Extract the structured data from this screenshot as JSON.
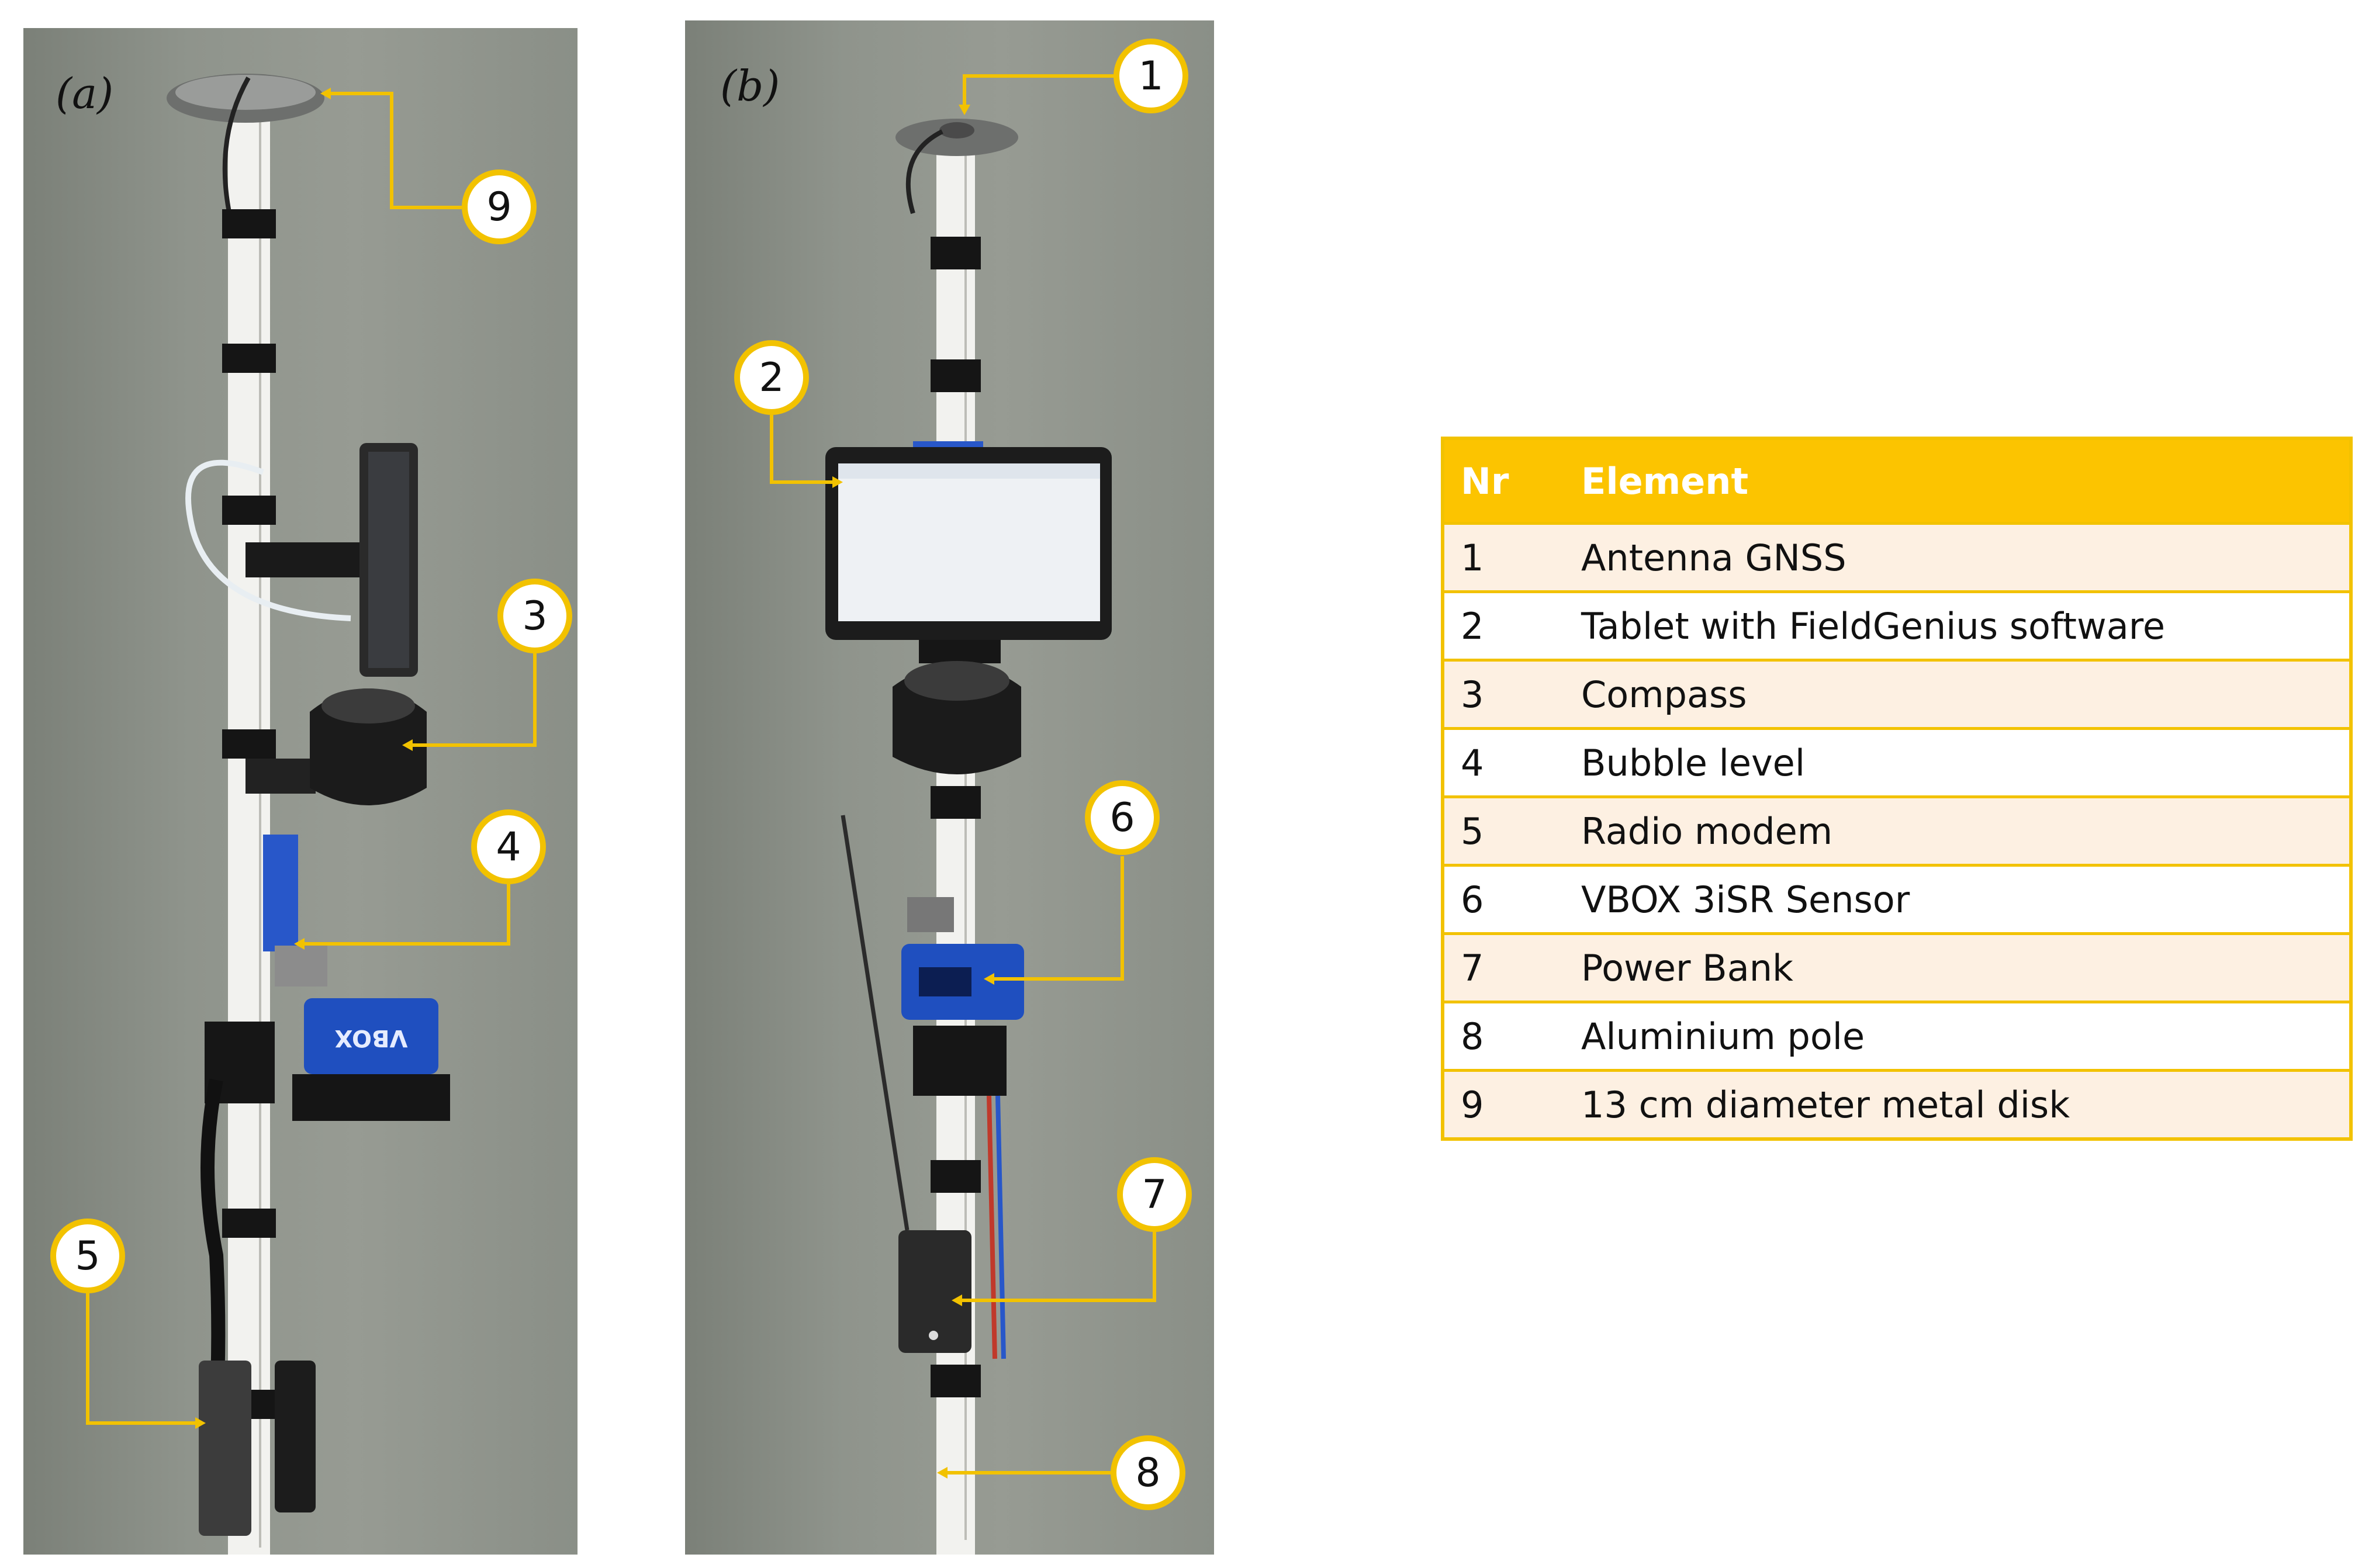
{
  "panels": {
    "a": {
      "label": "(a)"
    },
    "b": {
      "label": "(b)"
    }
  },
  "callouts": {
    "a": [
      "9",
      "3",
      "4",
      "5"
    ],
    "b": [
      "1",
      "2",
      "6",
      "7",
      "8"
    ]
  },
  "legend": {
    "headers": [
      "Nr",
      "Element"
    ],
    "rows": [
      [
        "1",
        "Antenna GNSS"
      ],
      [
        "2",
        "Tablet with FieldGenius software"
      ],
      [
        "3",
        "Compass"
      ],
      [
        "4",
        "Bubble level"
      ],
      [
        "5",
        "Radio modem"
      ],
      [
        "6",
        "VBOX 3iSR Sensor"
      ],
      [
        "7",
        "Power Bank"
      ],
      [
        "8",
        "Aluminium pole"
      ],
      [
        "9",
        "13 cm diameter metal disk"
      ]
    ]
  },
  "colors": {
    "accent": "#f2c200",
    "header_bg": "#fcc400",
    "row_odd": "#fdf0e2",
    "vbox_blue": "#1f4fbf"
  },
  "icons": {
    "device_label": "VBOX"
  }
}
